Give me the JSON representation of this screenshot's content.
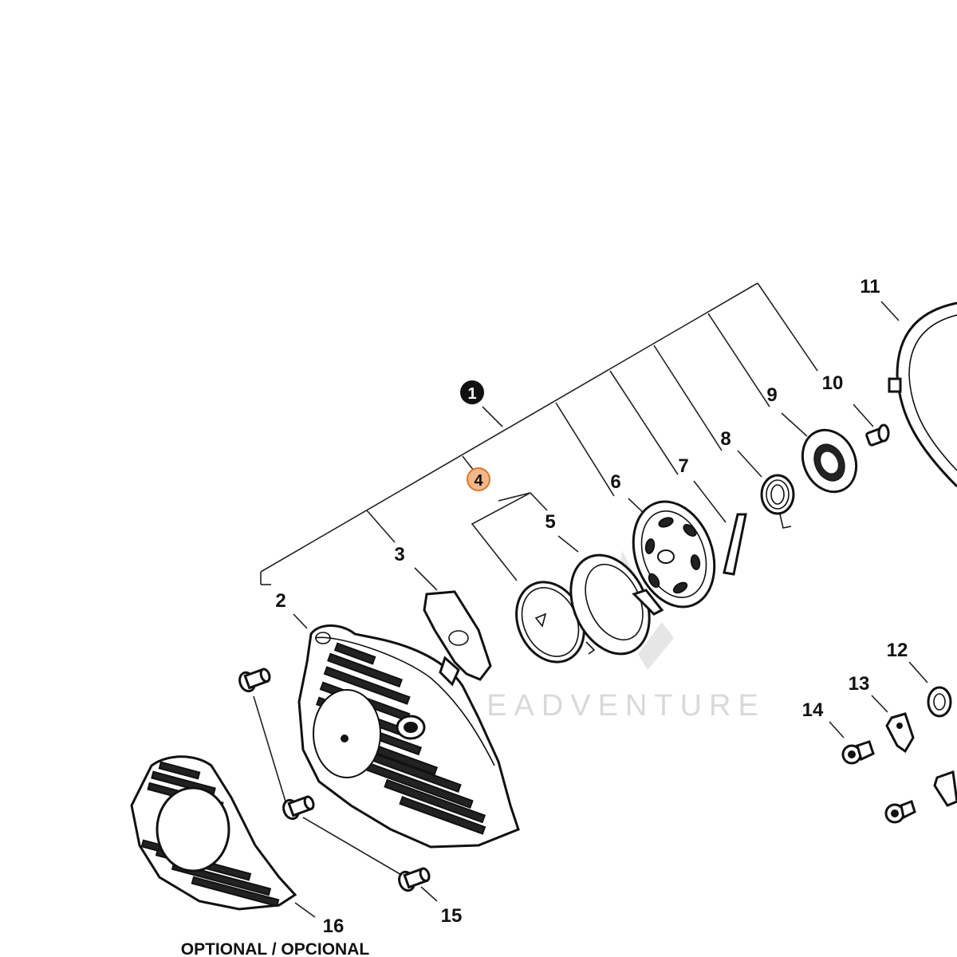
{
  "diagram": {
    "callouts": {
      "c1": "1",
      "c2": "2",
      "c3": "3",
      "c4": "4",
      "c5": "5",
      "c6": "6",
      "c7": "7",
      "c8": "8",
      "c9": "9",
      "c10": "10",
      "c11": "11",
      "c12": "12",
      "c13": "13",
      "c14": "14",
      "c15": "15",
      "c16": "16"
    },
    "optional_note": "OPTIONAL / OPCIONAL",
    "watermark": "LEADVENTURE",
    "colors": {
      "highlight_fill": "#f2b88a",
      "highlight_stroke": "#d9782e",
      "filled_marker": "#111111",
      "watermark": "#d9d9d9"
    }
  }
}
